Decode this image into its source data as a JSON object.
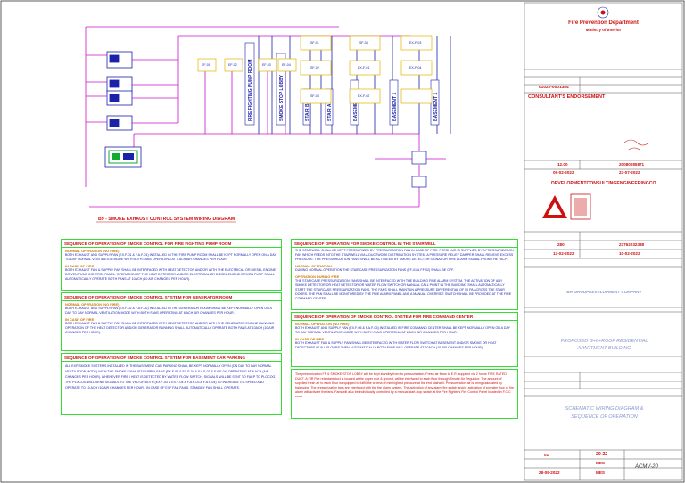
{
  "title_block": {
    "dept_line1": "Fire Prevention Department",
    "dept_line2": "Ministry of Interior",
    "consultant_heading": "CONSULTANT'S ENDORSEMENT",
    "serial_value": "01022-0001384",
    "date_1": "09-02-2022",
    "date_2": "23-07-2022",
    "scale_1": "12.00",
    "ref_1": "20080085871",
    "consultant_name": "DEVELOPMENTCONSULTINGENGINEERINGCO.",
    "date_3": "13-02-2022",
    "date_4": "10-02-2022",
    "scale_2": "280",
    "ref_2": "23762032388",
    "owner_name": "BR GROUPDEVELOPMENT COMPANY",
    "project_title_1": "PROPOSED G+8+ROOF RESIDENTIAL",
    "project_title_2": "APARTMENT BUILDING",
    "drawing_title_1": "SCHEMATIC WIRING DIAGRAM &",
    "drawing_title_2": "SEQUENCE OF OPERATION",
    "sheet_no": "ACMV-20",
    "drawing_no": "20-22",
    "rev": "01",
    "date_5": "28-09-2022",
    "code_1": "MES",
    "code_2": "MES"
  },
  "diagram": {
    "title": "B9 - SMOKE EXHAUST CONTROL SYSTEM WIRING DIAGRAM",
    "riser_labels": [
      "FIRE FIGHTING PUMP ROOM",
      "SMOKE STOP LOBBY",
      "STAIR B",
      "STAIR A",
      "BASEMENT 2",
      "BASEMENT 1",
      "BASEMENT 1"
    ],
    "panel_labels": [
      "EF-01",
      "EF-02",
      "EF-03",
      "EF-04",
      "SF-01",
      "SF-02",
      "SF-03",
      "SF-04",
      "EX-F-01",
      "EX-F-02",
      "EX-F-03",
      "EX-F-04"
    ]
  },
  "sequences": {
    "s1": {
      "heading": "SEQUENCE OF OPERATION OF SMOKE CONTROL FOR FIRE FIGHTING PUMP ROOM",
      "sub1": "NORMAL OPERATION (NO FIRE)",
      "text1": "BOTH EXHAUST AND SUPPLY FAN (EX.F-01 & F.A.F-01) INSTALLED IN THE FIRE PUMP ROOM SHALL BE KEPT NORMALLY OPEN ON A DAY TO DAY NORMAL VENTILATION MODE WITH BOTH FANS OPERATING AT 6 ACH AIR CHANGES PER HOUR.",
      "sub2": "IN CASE OF FIRE",
      "text2": "BOTH EXHAUST FAN & SUPPLY FAN SHALL BE INTERFACED WITH HEAT DETECTOR AND/OR WITH THE ELECTRICAL OR DIESEL ENGINE DRIVEN PUMP CONTROL PANEL. OPERATION OF THE HEAT DETECTOR AND/OR ELECTRICAL OR DIESEL ENGINE DRIVEN PUMP SHALL AUTOMATICALLY OPERATE BOTH FANS AT 10ACH (10 AIR CHANGES PER HOUR)."
    },
    "s2": {
      "heading": "SEQUENCE OF OPERATION OF SMOKE CONTROL SYSTEM FOR GENERATOR ROOM",
      "sub1": "NORMAL OPERATION (NO FIRE)",
      "text1": "BOTH EXHAUST AND SUPPLY FAN (EX.F-02 & F.A.F-02) INSTALLED IN THE GENERATOR ROOM SHALL BE KEPT NORMALLY OPEN ON A DAY TO DAY NORMAL VENTILATION MODE WITH BOTH FANS OPERATING AT 6 ACH AIR CHANGES PER HOUR.",
      "sub2": "IN CASE OF FIRE",
      "text2": "BOTH EXHAUST FAN & SUPPLY FAN SHALL BE INTERFACED WITH HEAT DETECTOR AND/OR WITH THE GENERATOR ENGINE RUNNING. OPERATION OF THE HEAT DETECTOR AND/OR GENERATOR RUNNING SHALL AUTOMATICALLY OPERATE BOTH FANS AT 10ACH (10 AIR CHANGES PER HOUR)."
    },
    "s3": {
      "heading": "SEQUENCE OF OPERATION OF SMOKE CONTROL SYSTEM FOR BASEMENT CAR PARKING",
      "text": "ALL EXF SMOKE SYSTEMS INSTALLED IN THE BASEMENT CAR PARKING SHALL BE KEPT NORMALLY OPEN (ON DAY TO DAY NORMAL VENTILATION MODE) WITH THE SMOKE EXHAUST/SUPPLY FANS (EX.F-03 & EX.F-04 & F.A.F-03 & F.A.F-04) OPERATING AT 6 ACH (AIR CHANGES PER HOUR). WHENEVER FIRE / HEAT IS DETECTED BY WATER FLOW SWITCH, SIGNALS WILL BE SENT TO FACP TO PLOCOG. THE PLOCOG WILL SEND SIGNALS TO THE VFD OF BOTH (EX.F-03 & EX.F-04 & F.A.F-03 & F.A.F-04) TO INCREASE ITS SPEED AND OPERATE TO 10 ACH (10 AIR CHANGES PER HOUR). IN CASE OF EXF FAN FAILS, STANDBY FAN SHALL OPERATE."
    },
    "s4": {
      "heading": "SEQUENCE OF OPERATION FOR SMOKE CONTROL IN THE STAIRWELL",
      "text1": "THE STAIRWELL SHALL BE KEPT PRESSURIZED BY PRESSURIZATION FAN IN CASE OF FIRE. FRESH AIR IS SUPPLIED BY A PRESSURIZATION FAN WHICH FEEDS INTO THE STAIRWELL VIA A DUCTWORK DISTRIBUTION SYSTEM. A PRESSURE RELIEF DAMPER SHALL RELIEVE EXCESS PRESSURE. THE PRESSURIZATION FANS SHALL BE ACTIVATED BY SMOKE DETECTOR SIGNAL OR FIRE ALARM SIGNAL FROM THE FACP.",
      "sub1": "NORMAL OPERATION",
      "text2": "DURING NORMAL OPERATION THE STAIRCASE PRESSURIZATION FANS (FF-01 & FF-02) SHALL BE OFF.",
      "sub2": "OPERATION DURING FIRE",
      "text3": "THE STAIRCASE PRESSURIZATION FANS SHALL BE INTERFACED WITH THE BUILDING FIRE ALARM SYSTEM. THE ACTIVATION OF ANY SMOKE DETECTOR OR HEAT DETECTOR OR WATER FLOW SWITCH OR MANUAL CALL POINT IN THE BUILDING SHALL AUTOMATICALLY START THE STAIRCASE PRESSURIZATION FANS. THE FANS SHALL MAINTAIN A PRESSURE DIFFERENTIAL OF 50 PA ACROSS THE STAIR DOORS. THE FAN SHALL BE MONITORED BY THE FIRE ALARM PANEL AND A MANUAL OVERRIDE SWITCH SHALL BE PROVIDED AT THE FIRE COMMAND CENTER."
    },
    "s5": {
      "heading": "SEQUENCE OF OPERATION OF SMOKE CONTROL SYSTEM FOR FIRE COMMAND CENTER",
      "sub1": "NORMAL OPERATION (NO FIRE)",
      "text1": "BOTH EXHAUST AND SUPPLY FAN (EX.F-05 & F.A.F-05) INSTALLED IN FIRE COMMAND CENTER SHALL BE KEPT NORMALLY OPEN ON A DAY TO DAY NORMAL VENTILATION MODE WITH BOTH FANS OPERATING AT 6 ACH AIR CHANGES PER HOUR.",
      "sub2": "IN CASE OF FIRE",
      "text2": "BOTH EXHAUST FAN & SUPPLY FAN SHALL BE INTERFACED WITH WATER FLOW SWITCH AT BASEMENT AND/OR SMOKE OR HEAT DETECTORS AT ALL FLOORS THEN AUTOMATICALLY BOTH FANS WILL OPERATE AT 10ACH (10 AIR CHANGES PER HOUR)."
    },
    "s6": {
      "text": "The pressurization FF & SMOKE STOP LOBBY will be kept standby from its pressurization. Fresh air flows to E.R. supplied via 2 hours FIRE RATED DUCT. A FIR Fire retardant duct is located at the upper roof & ground, will be interfaced to each floor through Smoke Air Regulator. The amount of supplied fresh air to each floor is equipped to fulfill the criteria of min highest pressure at the end stairwell. Pressurization air is being calculated by balancing. The pressurization fans are interfaced with the fire alarm system. The activation of any alarm fire switch and/or activation of sprinkler flow or fire alarm will activate the fans. Fans will also be individually controlled by a manual start-stop switch at the Fire Fighter's Fire Control Panel located in F.C.C room."
    }
  }
}
